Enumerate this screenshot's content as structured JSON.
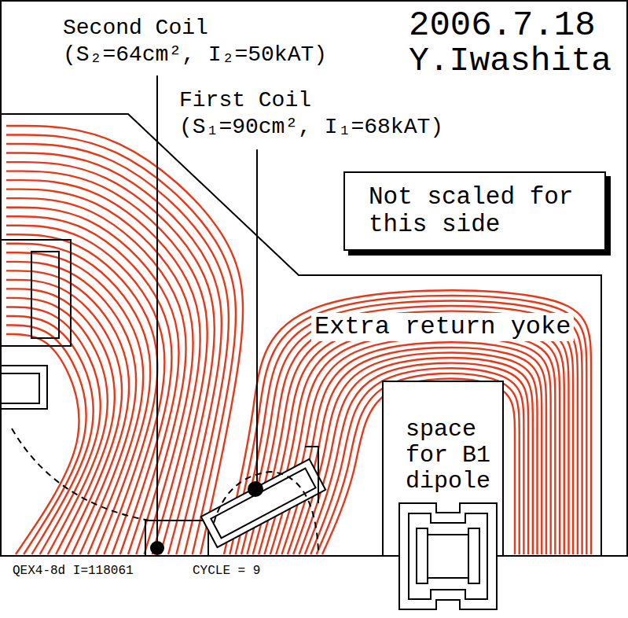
{
  "diagram": {
    "nodes": [
      {
        "text": [
          "Not scaled for this side"
        ]
      }
    ],
    "labels": [
      "Second Coil",
      "(S₂=64cm², I₂=50kAT)",
      "First Coil",
      "(S₁=90cm², I₁=68kAT)",
      "2006.7.18",
      "Y.Iwashita",
      "Extra return yoke",
      "space for B1 dipole",
      "QEX4-8d I=118061",
      "CYCLE = 9"
    ]
  }
}
